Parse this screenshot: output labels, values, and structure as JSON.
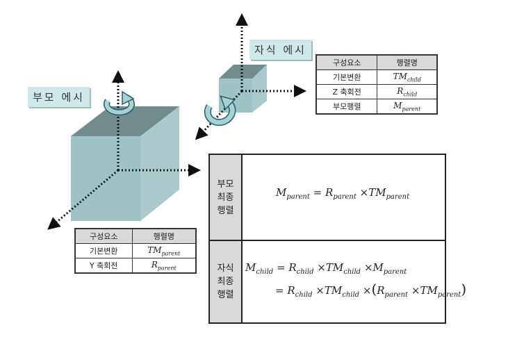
{
  "parent_label": "부모 에시",
  "child_label": "자식 에시",
  "child_table": {
    "headers": [
      "구성요소",
      "행렬명"
    ],
    "rows": [
      {
        "component": "기본변환",
        "matrix": "TM",
        "sub": "child"
      },
      {
        "component": "Z 축회전",
        "matrix": "R",
        "sub": "child"
      },
      {
        "component": "부모행렬",
        "matrix": "M",
        "sub": "parent"
      }
    ]
  },
  "parent_table": {
    "headers": [
      "구성요소",
      "행렬명"
    ],
    "rows": [
      {
        "component": "기본변환",
        "matrix": "TM",
        "sub": "parent"
      },
      {
        "component": "Y 축회전",
        "matrix": "R",
        "sub": "parent"
      }
    ]
  },
  "final_table": {
    "parent_header": "부모\n최종\n행렬",
    "child_header": "자식\n최종\n행렬",
    "parent_equation": {
      "lhs": "M",
      "lhs_sub": "parent",
      "t1": "R",
      "t1_sub": "parent",
      "t2": "TM",
      "t2_sub": "parent"
    },
    "child_equation_1": {
      "lhs": "M",
      "lhs_sub": "child",
      "t1": "R",
      "t1_sub": "child",
      "t2": "TM",
      "t2_sub": "child",
      "t3": "M",
      "t3_sub": "parent"
    },
    "child_equation_2": {
      "t1": "R",
      "t1_sub": "child",
      "t2": "TM",
      "t2_sub": "child",
      "t3": "R",
      "t3_sub": "parent",
      "t4": "TM",
      "t4_sub": "parent"
    },
    "ops": {
      "eq": "=",
      "times": "×",
      "lparen": "(",
      "rparen": ")"
    }
  },
  "colors": {
    "cube_front": "#9dc3c4",
    "cube_top": "#718c8d",
    "cube_side": "#a9c9ca",
    "rotation_arrow": "#a8d1d6",
    "header_fill": "#d9d9d9",
    "label_fill": "#cfe9ea"
  },
  "icons": [
    "rotation-arrow-icon",
    "axis-arrow-icon"
  ]
}
